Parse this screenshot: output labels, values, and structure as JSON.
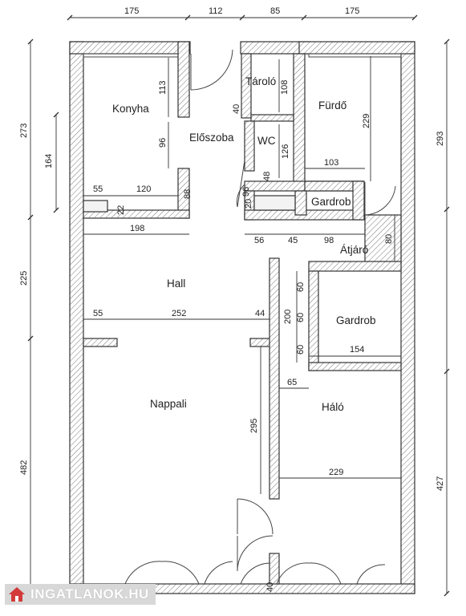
{
  "rooms": {
    "konyha": "Konyha",
    "tarolo": "Tároló",
    "furdo": "Fürdő",
    "eloszoba": "Előszoba",
    "wc": "WC",
    "gardrob_1": "Gardrob",
    "atjaro": "Átjáró",
    "hall": "Hall",
    "gardrob_2": "Gardrob",
    "nappali": "Nappali",
    "halo": "Háló"
  },
  "dims": {
    "top_175a": "175",
    "top_112": "112",
    "top_85": "85",
    "top_175b": "175",
    "konyha_113": "113",
    "tarolo_40": "40",
    "tarolo_108": "108",
    "furdo_229": "229",
    "left_273": "273",
    "left_164": "164",
    "konyha_96": "96",
    "wc_126": "126",
    "wc_48": "48",
    "eloszoba_96": "96",
    "furdo_103": "103",
    "right_293": "293",
    "konyha_55": "55",
    "konyha_120": "120",
    "konyha_88": "88",
    "konyha_22": "22",
    "gardrob_20": "20",
    "hall_198": "198",
    "gardrob_56": "56",
    "gardrob_45": "45",
    "gardrob_98": "98",
    "atjaro_80": "80",
    "left_225": "225",
    "hall_55": "55",
    "hall_252": "252",
    "hall_44": "44",
    "gardrob_200": "200",
    "gardrob_60a": "60",
    "gardrob_60b": "60",
    "gardrob_60c": "60",
    "gardrob_154": "154",
    "halo_65": "65",
    "nappali_295": "295",
    "halo_229": "229",
    "left_482": "482",
    "right_427": "427",
    "bottom_40": "40"
  },
  "logo": {
    "text": "INGATLANOK.HU",
    "color": "#d33a3a"
  }
}
